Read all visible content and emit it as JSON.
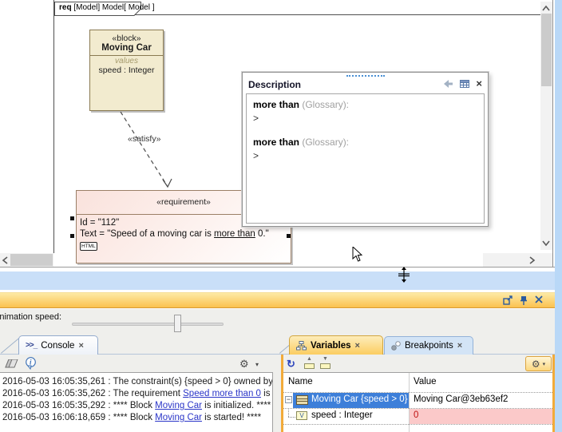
{
  "icons": {
    "close": "×",
    "gear": "⚙",
    "dropdown": "▾",
    "refresh": "↻",
    "console_prompt": ">>_",
    "expand_minus": "−",
    "value_letter": "V",
    "tray_up": "▲",
    "tray_down": "▼"
  },
  "colors": {
    "dock_header_orange": "#fbc14f",
    "active_panel_border_orange": "#f2ab3a",
    "splitter_band_blue": "#c9dff8",
    "row_selection_blue": "#3d7fd9",
    "error_value_bg": "#fbc9c9",
    "error_value_text": "#c01010",
    "hyperlink_blue": "#2a35c8",
    "block_fill": "#f2ebcf",
    "requirement_fill": "#fae2dc"
  },
  "diagram": {
    "frame_tab_bold": "req",
    "frame_tab_rest": " [Model] Model[ Model ]",
    "block": {
      "stereotype": "«block»",
      "name": "Moving Car",
      "values_label": "values",
      "attribute": "speed : Integer"
    },
    "connector_label": "«satisfy»",
    "requirement": {
      "stereotype": "«requirement»",
      "id_line": "Id = \"112\"",
      "text_pre": "Text = \"Speed of a moving car is ",
      "text_underlined": "more than",
      "text_post": " 0.\"",
      "badge": "HTML"
    }
  },
  "description_window": {
    "title": "Description",
    "entries": [
      {
        "term": "more than",
        "meta": " (Glossary):",
        "body": ">"
      },
      {
        "term": "more than",
        "meta": " (Glossary):",
        "body": ">"
      }
    ]
  },
  "simulation": {
    "animation_speed_label": "Animation speed:",
    "console": {
      "tab_label": "Console",
      "lines": [
        {
          "pre": "2016-05-03 16:05:35,261 : The constraint(s) {speed > 0} owned by",
          "link": "",
          "post": ""
        },
        {
          "pre": "2016-05-03 16:05:35,262 : The requirement ",
          "link": "Speed more than 0",
          "post": " is no"
        },
        {
          "pre": "2016-05-03 16:05:35,292 : **** Block ",
          "link": "Moving Car",
          "post": " is initialized. ****"
        },
        {
          "pre": "2016-05-03 16:06:18,659 : **** Block ",
          "link": "Moving Car",
          "post": " is started! ****"
        }
      ]
    },
    "variables": {
      "tab_label": "Variables",
      "columns": [
        "Name",
        "Value"
      ],
      "rows": [
        {
          "name": "Moving Car {speed > 0}",
          "value": "Moving Car@3eb63ef2"
        },
        {
          "name": "speed : Integer",
          "value": "0"
        }
      ]
    },
    "breakpoints": {
      "tab_label": "Breakpoints"
    }
  }
}
